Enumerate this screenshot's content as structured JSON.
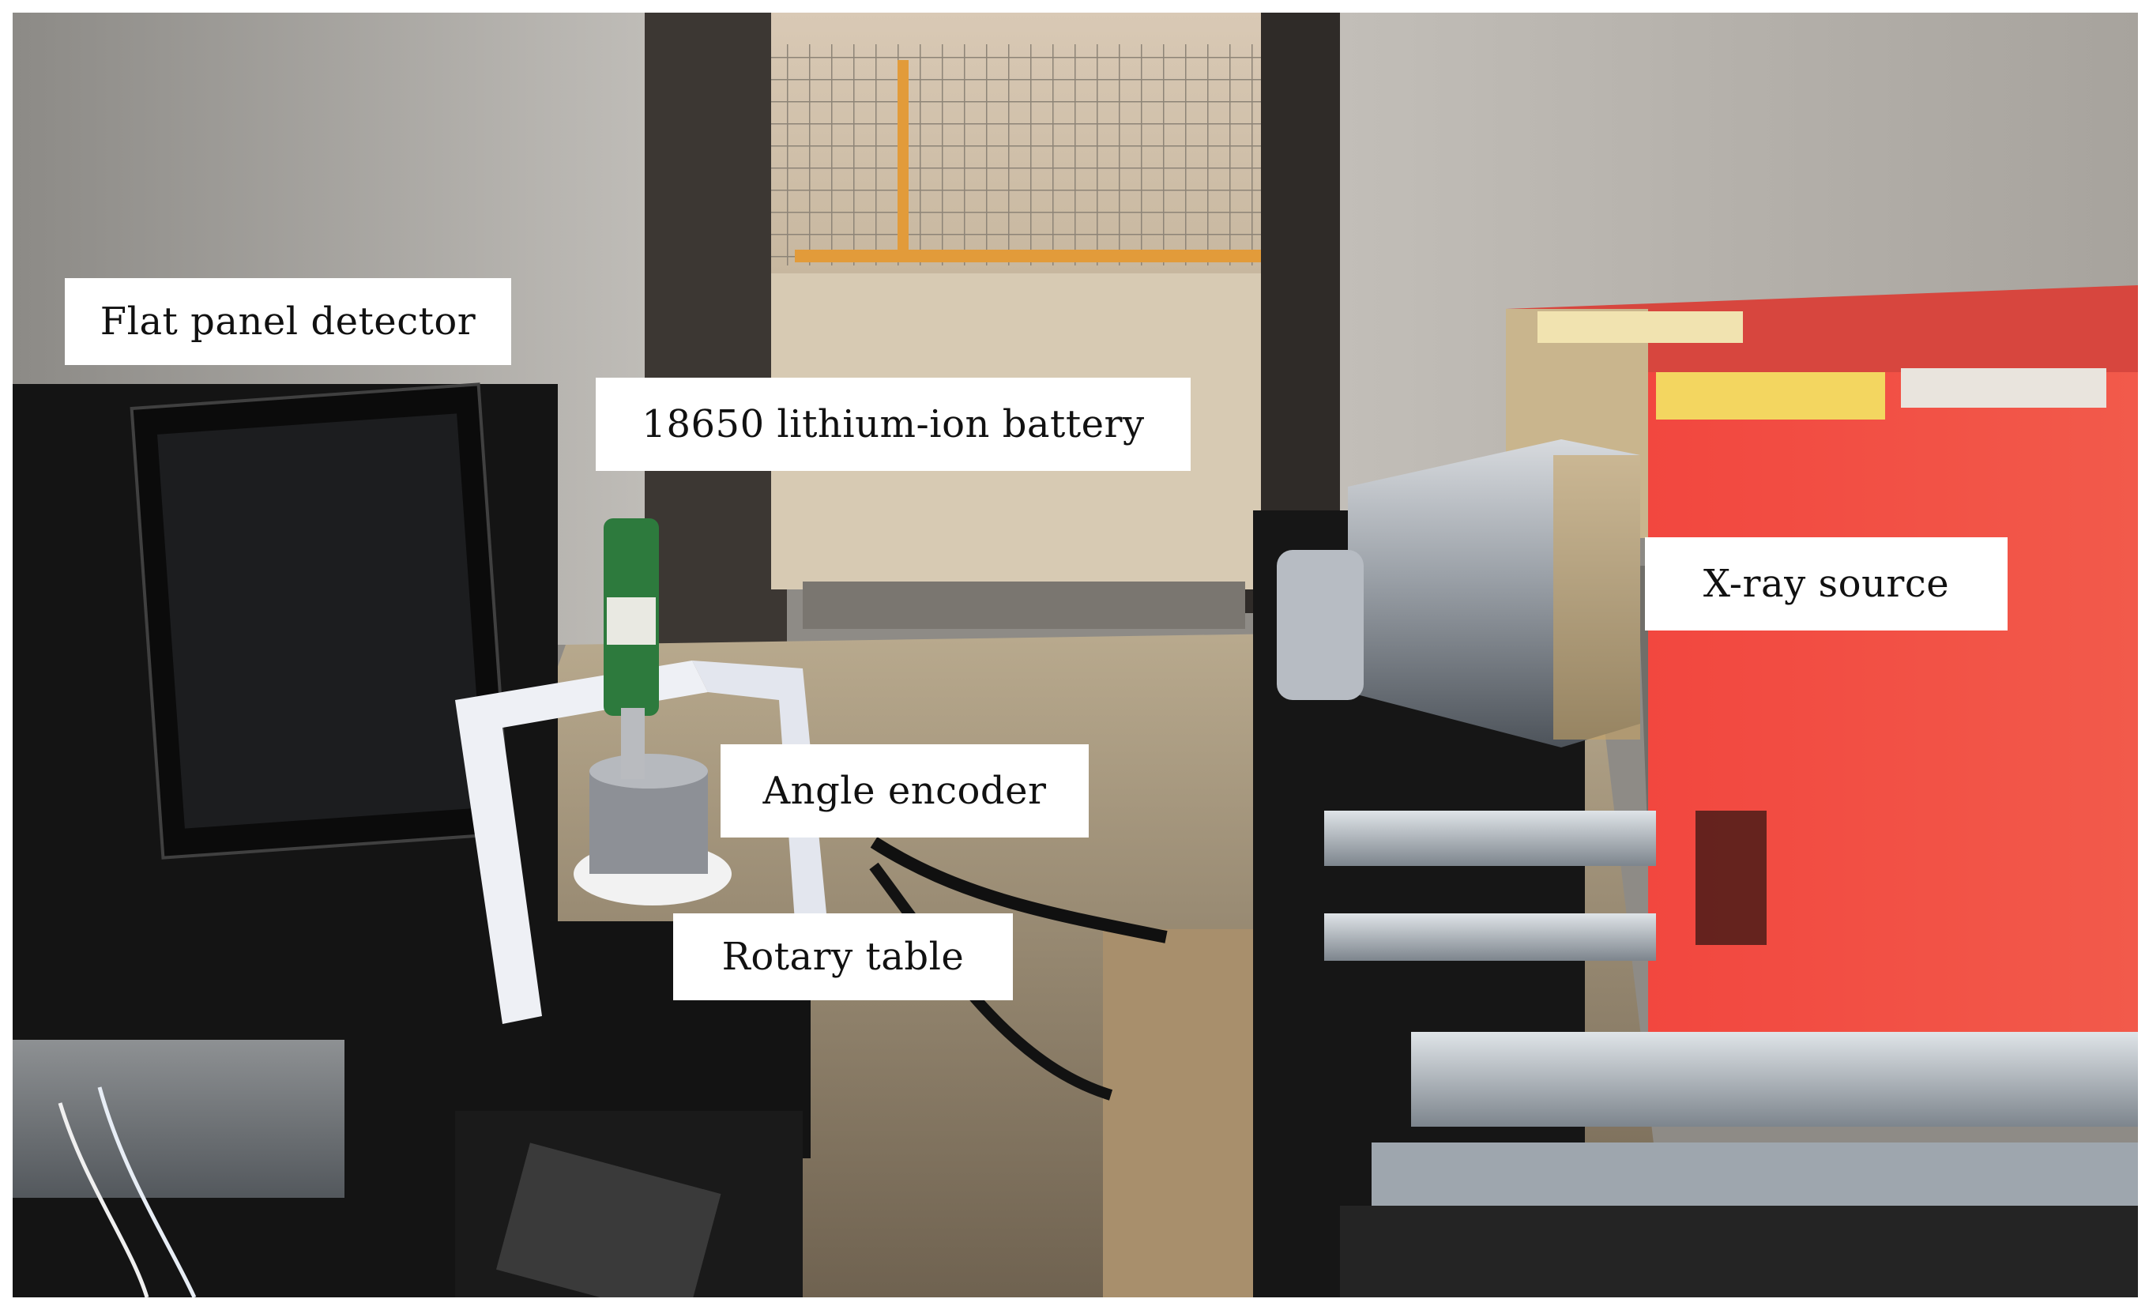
{
  "figure": {
    "labels": {
      "flat_panel_detector": "Flat panel detector",
      "battery": "18650 lithium-ion battery",
      "xray_source": "X-ray source",
      "angle_encoder": "Angle encoder",
      "rotary_table": "Rotary table"
    }
  }
}
